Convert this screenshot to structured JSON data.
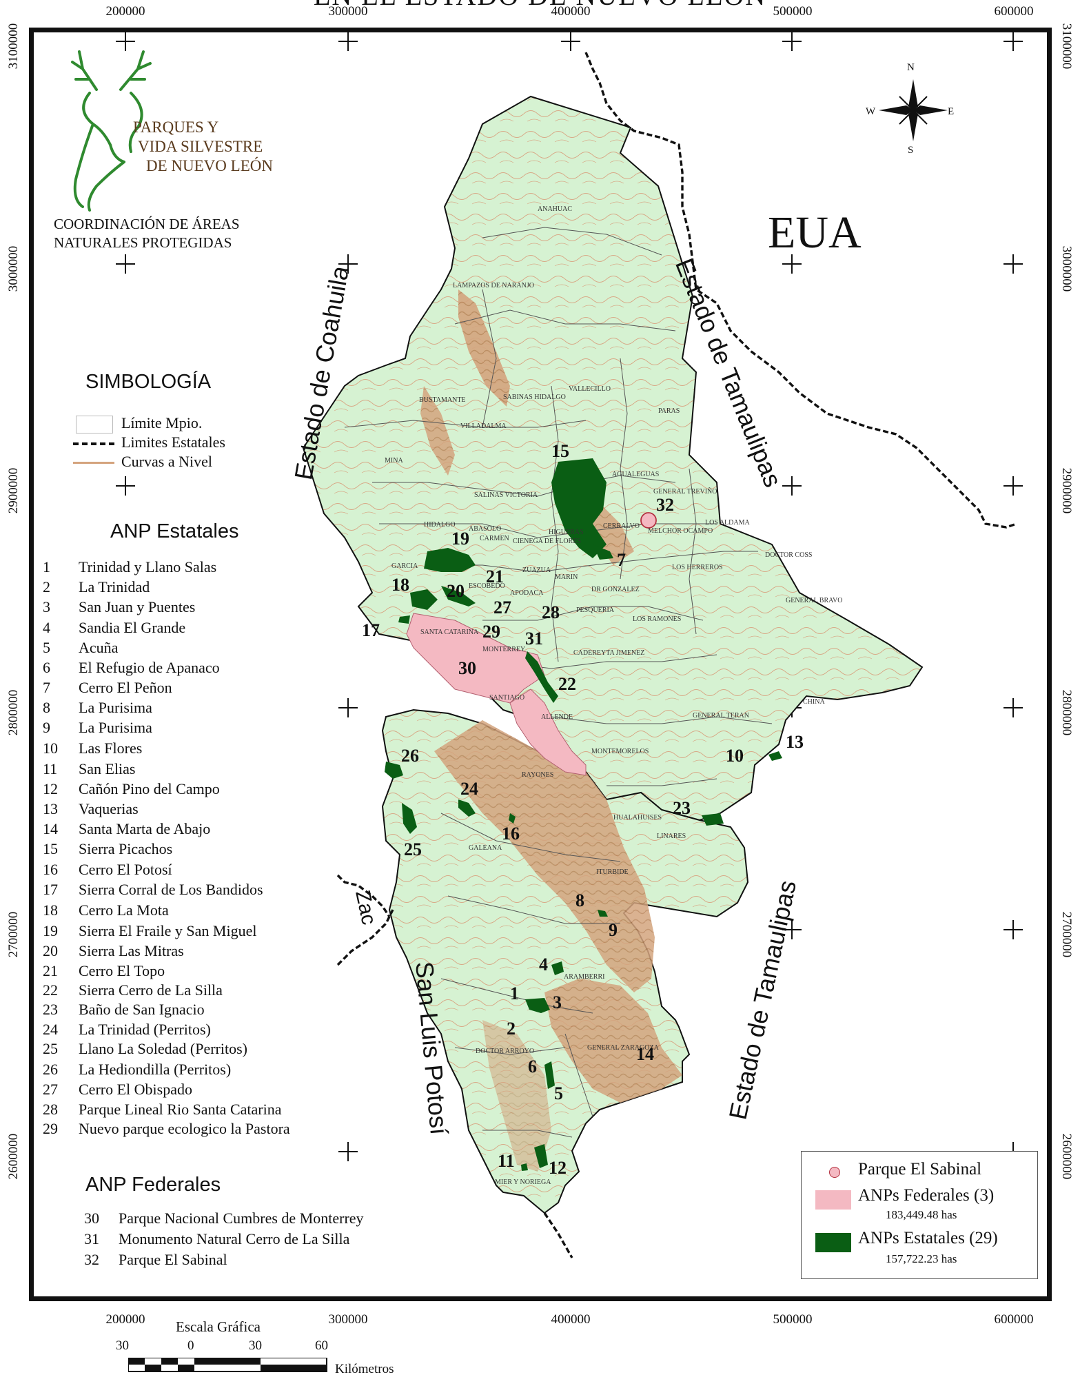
{
  "title": "EN EL ESTADO DE NUEVO LEÓN",
  "axes": {
    "x_ticks": [
      "200000",
      "300000",
      "400000",
      "500000",
      "600000"
    ],
    "y_ticks": [
      "3100000",
      "3000000",
      "2900000",
      "2800000",
      "2700000",
      "2600000"
    ]
  },
  "logo": {
    "line1": "PARQUES Y",
    "line2": "VIDA SILVESTRE",
    "line3": "DE NUEVO LEÓN",
    "color": "#2f8a2f",
    "text_color": "#5a3b1e"
  },
  "coordination": {
    "line1": "COORDINACIÓN DE ÁREAS",
    "line2": "NATURALES PROTEGIDAS"
  },
  "compass": {
    "n": "N",
    "s": "S",
    "e": "E",
    "w": "W"
  },
  "country_label": "EUA",
  "state_labels": {
    "coahuila": "Estado de Coahuila",
    "tamaulipas_north": "Estado de Tamaulipas",
    "tamaulipas_south": "Estado de Tamaulipas",
    "slp": "San Luis Potosí",
    "zac": "Zac"
  },
  "simbologia": {
    "heading": "SIMBOLOGÍA",
    "mpio": "Límite Mpio.",
    "estatales": "Limites Estatales",
    "curvas": "Curvas a Nivel"
  },
  "anp_estatales": {
    "heading": "ANP Estatales",
    "items": [
      {
        "n": "1",
        "name": "Trinidad y Llano Salas"
      },
      {
        "n": "2",
        "name": "La Trinidad"
      },
      {
        "n": "3",
        "name": "San Juan y Puentes"
      },
      {
        "n": "4",
        "name": "Sandia El Grande"
      },
      {
        "n": "5",
        "name": "Acuña"
      },
      {
        "n": "6",
        "name": "El Refugio de Apanaco"
      },
      {
        "n": "7",
        "name": "Cerro El Peñon"
      },
      {
        "n": "8",
        "name": "La Purisima"
      },
      {
        "n": "9",
        "name": "La Purisima"
      },
      {
        "n": "10",
        "name": "Las Flores"
      },
      {
        "n": "11",
        "name": "San Elias"
      },
      {
        "n": "12",
        "name": "Cañón Pino del Campo"
      },
      {
        "n": "13",
        "name": "Vaquerias"
      },
      {
        "n": "14",
        "name": "Santa Marta de Abajo"
      },
      {
        "n": "15",
        "name": "Sierra Picachos"
      },
      {
        "n": "16",
        "name": "Cerro El Potosí"
      },
      {
        "n": "17",
        "name": "Sierra Corral de Los Bandidos"
      },
      {
        "n": "18",
        "name": "Cerro La Mota"
      },
      {
        "n": "19",
        "name": "Sierra El Fraile y San Miguel"
      },
      {
        "n": "20",
        "name": "Sierra Las Mitras"
      },
      {
        "n": "21",
        "name": "Cerro El Topo"
      },
      {
        "n": "22",
        "name": "Sierra Cerro de La Silla"
      },
      {
        "n": "23",
        "name": "Baño de San Ignacio"
      },
      {
        "n": "24",
        "name": "La Trinidad (Perritos)"
      },
      {
        "n": "25",
        "name": "Llano La Soledad (Perritos)"
      },
      {
        "n": "26",
        "name": "La Hediondilla (Perritos)"
      },
      {
        "n": "27",
        "name": "Cerro El Obispado"
      },
      {
        "n": "28",
        "name": "Parque Lineal Rio Santa Catarina"
      },
      {
        "n": "29",
        "name": "Nuevo parque ecologico la Pastora"
      }
    ]
  },
  "anp_federales": {
    "heading": "ANP Federales",
    "items": [
      {
        "n": "30",
        "name": "Parque Nacional Cumbres de Monterrey"
      },
      {
        "n": "31",
        "name": "Monumento Natural Cerro de La Silla"
      },
      {
        "n": "32",
        "name": "Parque El Sabinal"
      }
    ]
  },
  "legend_box": {
    "sabinal": "Parque El Sabinal",
    "federales": "ANPs Federales (3)",
    "federales_area": "183,449.48 has",
    "estatales": "ANPs Estatales (29)",
    "estatales_area": "157,722.23 has"
  },
  "scale": {
    "title": "Escala Gráfica",
    "labels": [
      "30",
      "0",
      "30",
      "60"
    ],
    "unit": "Kilómetros"
  },
  "municipalities": [
    "ANAHUAC",
    "LAMPAZOS DE NARANJO",
    "VALLECILLO",
    "SABINAS HIDALGO",
    "BUSTAMANTE",
    "VILLADALMA",
    "PARAS",
    "MINA",
    "AGUALEGUAS",
    "GENERAL TREVIÑO",
    "SALINAS VICTORIA",
    "HIDALGO",
    "ABASOLO",
    "CARMEN",
    "CIENEGA DE FLORES",
    "HIGUERAS",
    "CERRALVO",
    "MELCHOR OCAMPO",
    "LOS ALDAMA",
    "GARCIA",
    "ESCOBEDO",
    "ZUAZUA",
    "MARIN",
    "DR GONZALEZ",
    "LOS HERREROS",
    "DOCTOR COSS",
    "APODACA",
    "PESQUERIA",
    "GENERAL BRAVO",
    "SANTA CATARINA",
    "MONTERREY",
    "LOS RAMONES",
    "CADEREYTA JIMENEZ",
    "SANTIAGO",
    "ALLENDE",
    "GENERAL TERAN",
    "CHINA",
    "MONTEMORELOS",
    "RAYONES",
    "HUALAHUISES",
    "LINARES",
    "GALEANA",
    "ITURBIDE",
    "ARAMBERRI",
    "DOCTOR ARROYO",
    "GENERAL ZARAGOZA",
    "MIER Y NORIEGA"
  ],
  "colors": {
    "land": "#d6f2d2",
    "relief": "#d4a47e",
    "federal": "#f4b9c2",
    "estatal": "#0a5e14",
    "contour": "#c99b74",
    "frame": "#111111"
  }
}
